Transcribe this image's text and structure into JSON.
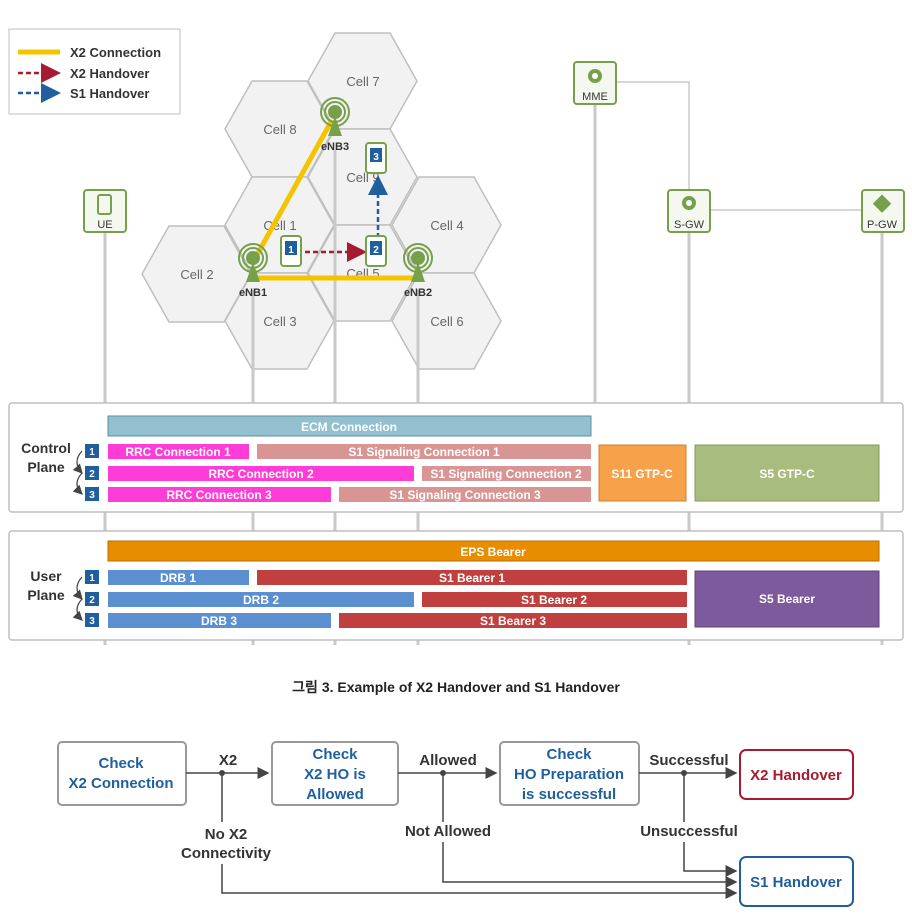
{
  "legend": {
    "items": [
      {
        "label": "X2 Connection",
        "color": "#f5c400",
        "style": "solid"
      },
      {
        "label": "X2 Handover",
        "color": "#a51c30",
        "style": "dashed"
      },
      {
        "label": "S1 Handover",
        "color": "#1f5f9e",
        "style": "dashed"
      }
    ]
  },
  "cells": [
    "Cell 7",
    "Cell 8",
    "Cell 9",
    "Cell 1",
    "Cell 4",
    "Cell 2",
    "Cell 5",
    "Cell 3",
    "Cell 6"
  ],
  "enbs": [
    "eNB1",
    "eNB2",
    "eNB3"
  ],
  "ue_positions": [
    "1",
    "2",
    "3"
  ],
  "nodes": {
    "ue": "UE",
    "mme": "MME",
    "sgw": "S-GW",
    "pgw": "P-GW"
  },
  "control_plane": {
    "label_line1": "Control",
    "label_line2": "Plane",
    "ecm": "ECM Connection",
    "rows": [
      {
        "num": "1",
        "rrc": "RRC Connection 1",
        "s1": "S1 Signaling Connection 1"
      },
      {
        "num": "2",
        "rrc": "RRC Connection 2",
        "s1": "S1 Signaling Connection 2"
      },
      {
        "num": "3",
        "rrc": "RRC Connection 3",
        "s1": "S1 Signaling Connection 3"
      }
    ],
    "s11": "S11 GTP-C",
    "s5": "S5 GTP-C"
  },
  "user_plane": {
    "label_line1": "User",
    "label_line2": "Plane",
    "eps": "EPS Bearer",
    "rows": [
      {
        "num": "1",
        "drb": "DRB 1",
        "s1": "S1 Bearer 1"
      },
      {
        "num": "2",
        "drb": "DRB 2",
        "s1": "S1 Bearer 2"
      },
      {
        "num": "3",
        "drb": "DRB 3",
        "s1": "S1 Bearer 3"
      }
    ],
    "s5": "S5 Bearer"
  },
  "caption": "그림  3. Example of X2 Handover and S1 Handover",
  "flow": {
    "check_x2": [
      "Check",
      "X2 Connection"
    ],
    "check_ho_allowed": [
      "Check",
      "X2 HO is",
      "Allowed"
    ],
    "check_prep": [
      "Check",
      "HO Preparation",
      "is successful"
    ],
    "x2_handover": "X2 Handover",
    "s1_handover": "S1 Handover",
    "label_x2": "X2",
    "label_no_x2": [
      "No X2",
      "Connectivity"
    ],
    "label_allowed": "Allowed",
    "label_not_allowed": "Not Allowed",
    "label_successful": "Successful",
    "label_unsuccessful": "Unsuccessful"
  },
  "colors": {
    "x2_connection": "#f5c400",
    "x2_handover": "#a51c30",
    "s1_handover": "#1f5f9e",
    "ecm": "#92c0cf",
    "rrc": "#ff3cd8",
    "s1_signaling": "#d99594",
    "s11": "#f7a24a",
    "s5_gtpc": "#a8bc7e",
    "eps": "#e88c00",
    "drb": "#5b8fcf",
    "s1_bearer": "#c0403f",
    "s5_bearer": "#7d5a9c",
    "node": "#77a04a",
    "flow_text": "#1f5f9e",
    "x2_result": "#a51c30"
  }
}
